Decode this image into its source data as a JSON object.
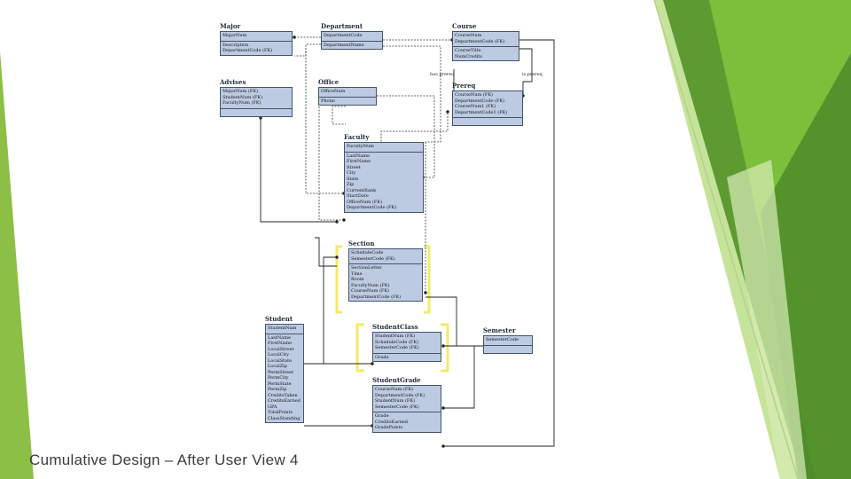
{
  "caption": "Cumulative Design – After User View 4",
  "colors": {
    "frame_green_dark": "#4d8a2a",
    "frame_green": "#7bbf3a",
    "frame_green_light": "#c5e39a",
    "highlight_yellow": "#f4ea6a",
    "entity_fill": "#bccbe2"
  },
  "relationship_labels": {
    "has_prereq": "has prereq",
    "is_prereq": "is prereq"
  },
  "entities": [
    {
      "id": "major",
      "title": "Major",
      "pk": [
        "MajorNum"
      ],
      "attrs": [
        "Description",
        "DepartmentCode (FK)"
      ]
    },
    {
      "id": "department",
      "title": "Department",
      "pk": [
        "DepartmentCode"
      ],
      "attrs": [
        "DepartmentName"
      ]
    },
    {
      "id": "course",
      "title": "Course",
      "pk": [
        "CourseNum",
        "DepartmentCode (FK)"
      ],
      "attrs": [
        "CourseTitle",
        "NumCredits"
      ]
    },
    {
      "id": "advises",
      "title": "Advises",
      "pk": [
        "MajorNum (FK)",
        "StudentNum (FK)",
        "FacultyNum (FK)"
      ],
      "attrs": []
    },
    {
      "id": "office",
      "title": "Office",
      "pk": [
        "OfficeNum"
      ],
      "attrs": [
        "Phone"
      ]
    },
    {
      "id": "prereq",
      "title": "Prereq",
      "pk": [
        "CourseNum (FK)",
        "DepartmentCode (FK)",
        "CourseNum1 (FK)",
        "DepartmentCode1 (FK)"
      ],
      "attrs": []
    },
    {
      "id": "faculty",
      "title": "Faculty",
      "pk": [
        "FacultyNum"
      ],
      "attrs": [
        "LastName",
        "FirstName",
        "Street",
        "City",
        "State",
        "Zip",
        "CurrentRank",
        "StartDate",
        "OfficeNum (FK)",
        "DepartmentCode (FK)"
      ]
    },
    {
      "id": "section",
      "title": "Section",
      "pk": [
        "ScheduleCode",
        "SemesterCode (FK)"
      ],
      "attrs": [
        "SectionLetter",
        "Time",
        "Room",
        "FacultyNum (FK)",
        "CourseNum (FK)",
        "DepartmentCode (FK)"
      ]
    },
    {
      "id": "student",
      "title": "Student",
      "pk": [
        "StudentNum"
      ],
      "attrs": [
        "LastName",
        "FirstName",
        "LocalStreet",
        "LocalCity",
        "LocalState",
        "LocalZip",
        "PermStreet",
        "PermCity",
        "PermState",
        "PermZip",
        "CreditsTaken",
        "CreditsEarned",
        "GPA",
        "TotalPoints",
        "ClassStanding"
      ]
    },
    {
      "id": "studentclass",
      "title": "StudentClass",
      "pk": [
        "StudentNum (FK)",
        "ScheduleCode (FK)",
        "SemesterCode (FK)"
      ],
      "attrs": [
        "Grade"
      ]
    },
    {
      "id": "semester",
      "title": "Semester",
      "pk": [
        "SemesterCode"
      ],
      "attrs": []
    },
    {
      "id": "studentgrade",
      "title": "StudentGrade",
      "pk": [
        "CourseNum (FK)",
        "DepartmentCode (FK)",
        "StudentNum (FK)",
        "SemesterCode (FK)"
      ],
      "attrs": [
        "Grade",
        "CreditsEarned",
        "GradePoints"
      ]
    }
  ]
}
